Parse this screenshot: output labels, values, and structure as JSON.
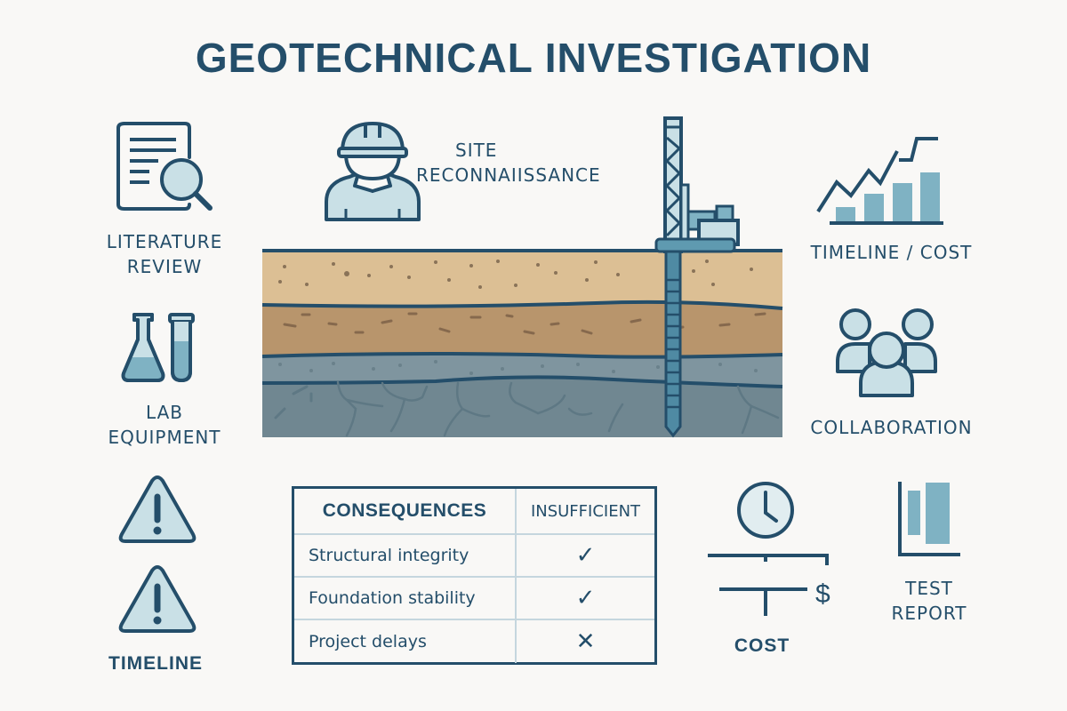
{
  "title": "GEOTECHNICAL INVESTIGATION",
  "colors": {
    "background": "#f9f8f6",
    "primary": "#244e6a",
    "icon_fill_light": "#c9e0e6",
    "icon_fill_mid": "#7fb2c3",
    "soil_topsoil": "#dcbf94",
    "soil_clay": "#b8956c",
    "soil_gravel": "#7f959f",
    "soil_bedrock": "#708791"
  },
  "left_column": [
    {
      "icon": "document-magnifier-icon",
      "label_line1": "LITERATURE",
      "label_line2": "REVIEW"
    },
    {
      "icon": "flask-test-tube-icon",
      "label_line1": "LAB",
      "label_line2": "EQUIPMENT"
    },
    {
      "icon": "warning-triangle-icon"
    },
    {
      "icon": "warning-triangle-icon",
      "label_line1": "TIMELINE"
    }
  ],
  "center_top": {
    "icon": "engineer-hardhat-icon",
    "label_line1": "SITE",
    "label_line2": "RECONNAIISSANCE"
  },
  "cross_section": {
    "layers": [
      "topsoil",
      "clay",
      "gravel",
      "bedrock"
    ],
    "equipment": "drill-rig-icon"
  },
  "right_column": [
    {
      "icon": "chart-growth-icon",
      "label": "TIMELINE / COST"
    },
    {
      "icon": "people-group-icon",
      "label": "COLLABORATION"
    }
  ],
  "bottom_right": [
    {
      "icon": "clock-scale-dollar-icon",
      "label": "COST"
    },
    {
      "icon": "bar-chart-icon",
      "label_line1": "TEST",
      "label_line2": "REPORT"
    }
  ],
  "table": {
    "headers": [
      "CONSEQUENCES",
      "INSUFFICIENT"
    ],
    "rows": [
      {
        "label": "Structural integrity",
        "mark": "✓"
      },
      {
        "label": "Foundation stability",
        "mark": "✓"
      },
      {
        "label": "Project delays",
        "mark": "✕"
      }
    ]
  }
}
